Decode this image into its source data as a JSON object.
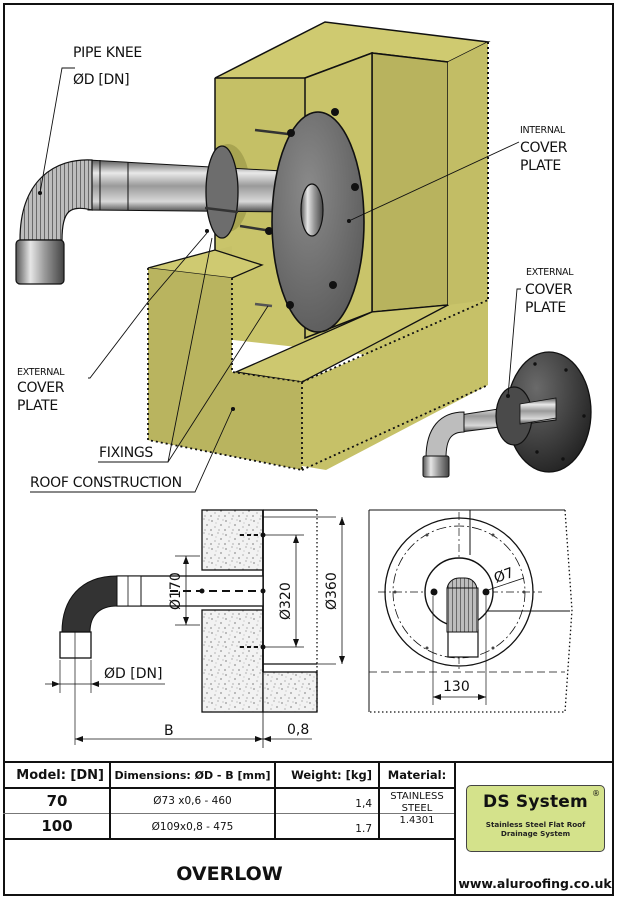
{
  "drawing": {
    "labels": {
      "pipe_knee": "PIPE KNEE",
      "pipe_knee_dn": "ØD [DN]",
      "internal_small": "INTERNAL",
      "internal_cover": "COVER",
      "internal_plate": "PLATE",
      "external_right_small": "EXTERNAL",
      "external_right_cover": "COVER",
      "external_right_plate": "PLATE",
      "external_left_small": "EXTERNAL",
      "external_left_cover": "COVER",
      "external_left_plate": "PLATE",
      "fixings": "FIXINGS",
      "roof_construction": "ROOF CONSTRUCTION"
    },
    "dimensions": {
      "d170": "Ø170",
      "d320": "Ø320",
      "d360": "Ø360",
      "dn": "ØD [DN]",
      "b": "B",
      "thickness": "0,8",
      "hole": "Ø7",
      "spacing": "130"
    },
    "colors": {
      "insulation": "#c9c46a",
      "insulation_dark": "#b3ae5c",
      "plate": "#6b6b6b",
      "outline": "#111111",
      "logo_bg": "#d4e28b"
    }
  },
  "table": {
    "headers": {
      "model": "Model: [DN]",
      "dimensions": "Dimensions: ØD - B [mm]",
      "weight": "Weight: [kg]",
      "material": "Material:"
    },
    "rows": [
      {
        "model": "70",
        "dimensions": "Ø73 x0,6 - 460",
        "weight": "1,4"
      },
      {
        "model": "100",
        "dimensions": "Ø109x0,8 - 475",
        "weight": "1.7"
      }
    ],
    "material": [
      "STAINLESS",
      "STEEL",
      "1.4301"
    ],
    "product_name": "OVERLOW"
  },
  "logo": {
    "title": "DS System",
    "registered": "®",
    "subtitle_line1": "Stainless Steel Flat Roof",
    "subtitle_line2": "Drainage System",
    "website": "www.aluroofing.co.uk"
  }
}
